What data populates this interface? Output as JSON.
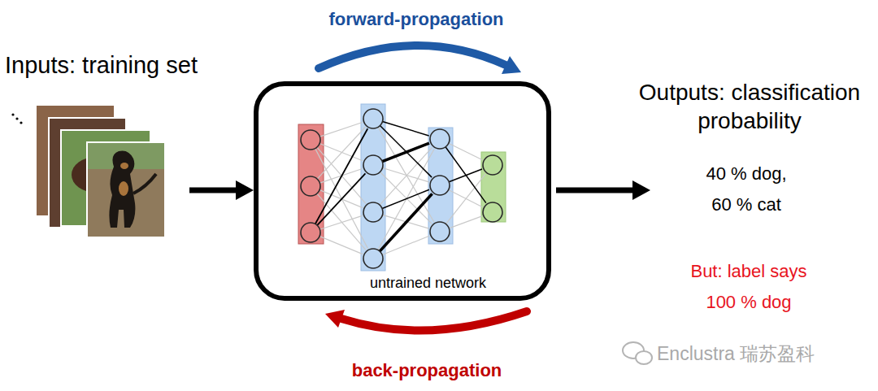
{
  "diagram": {
    "nodes": [
      {
        "text": [
          "untrained network"
        ]
      }
    ],
    "labels": [
      "forward-propagation",
      "Inputs: training set",
      "Outputs: classification probability",
      "40 % dog,",
      "60 % cat",
      "But: label says",
      "100 % dog",
      "back-propagation",
      "Enclustra 瑞苏盈科"
    ]
  }
}
